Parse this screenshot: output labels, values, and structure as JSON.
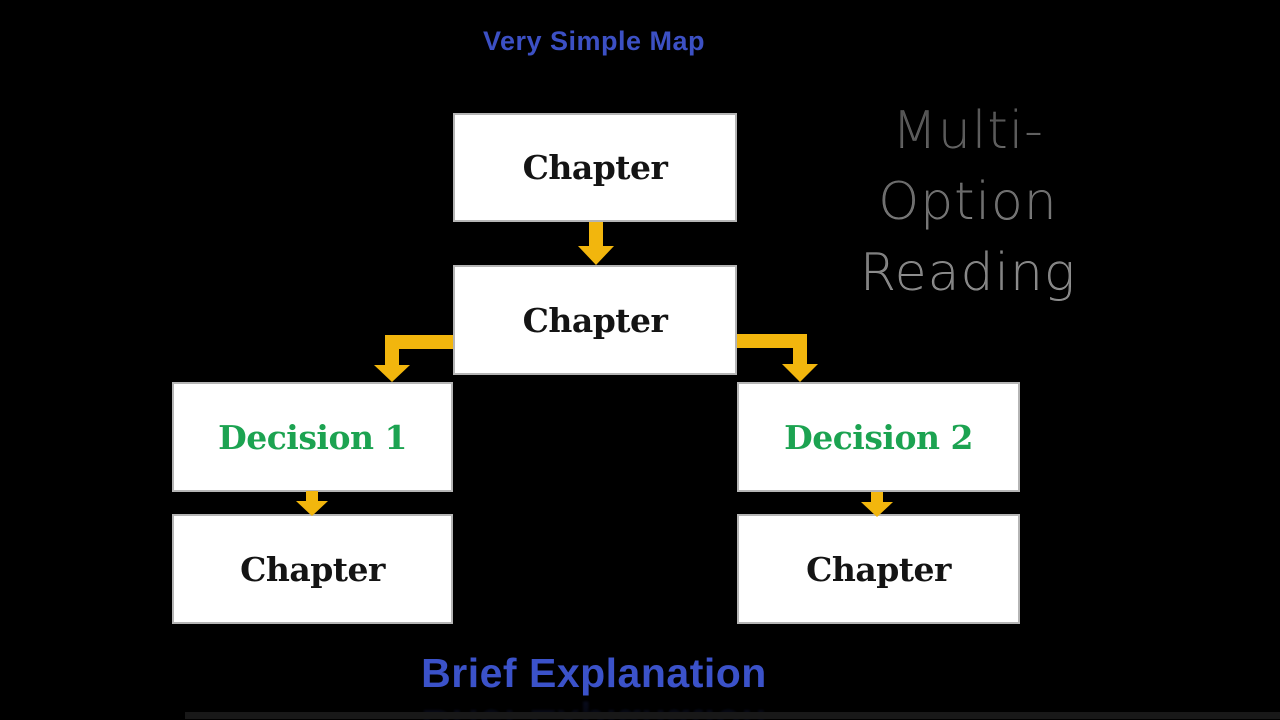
{
  "title": {
    "text": "Very Simple Map"
  },
  "side_heading": {
    "lines": [
      "Multi-",
      "Option",
      "Reading"
    ]
  },
  "footer": {
    "text": "Brief Explanation"
  },
  "diagram": {
    "nodes": [
      {
        "id": "chapter-top",
        "label": "Chapter",
        "type": "chapter"
      },
      {
        "id": "chapter-mid",
        "label": "Chapter",
        "type": "chapter"
      },
      {
        "id": "decision-1",
        "label": "Decision 1",
        "type": "decision"
      },
      {
        "id": "decision-2",
        "label": "Decision 2",
        "type": "decision"
      },
      {
        "id": "chapter-bottom-left",
        "label": "Chapter",
        "type": "chapter"
      },
      {
        "id": "chapter-bottom-right",
        "label": "Chapter",
        "type": "chapter"
      }
    ],
    "edges": [
      {
        "from": "chapter-top",
        "to": "chapter-mid",
        "shape": "straight-down"
      },
      {
        "from": "chapter-mid",
        "to": "decision-1",
        "shape": "elbow-left-down"
      },
      {
        "from": "chapter-mid",
        "to": "decision-2",
        "shape": "elbow-right-down"
      },
      {
        "from": "decision-1",
        "to": "chapter-bottom-left",
        "shape": "straight-down"
      },
      {
        "from": "decision-2",
        "to": "chapter-bottom-right",
        "shape": "straight-down"
      }
    ]
  },
  "colors": {
    "background": "#000000",
    "box_fill": "#ffffff",
    "box_border": "#6e6e6e",
    "chapter_text": "#141414",
    "decision_text": "#1ca351",
    "arrow": "#f2b60d",
    "title_blue": "#3c50c4",
    "footer_blue": "#3b52c9",
    "side_heading_top": "#8a8a8a",
    "side_heading_bottom": "#d8d8d8"
  }
}
